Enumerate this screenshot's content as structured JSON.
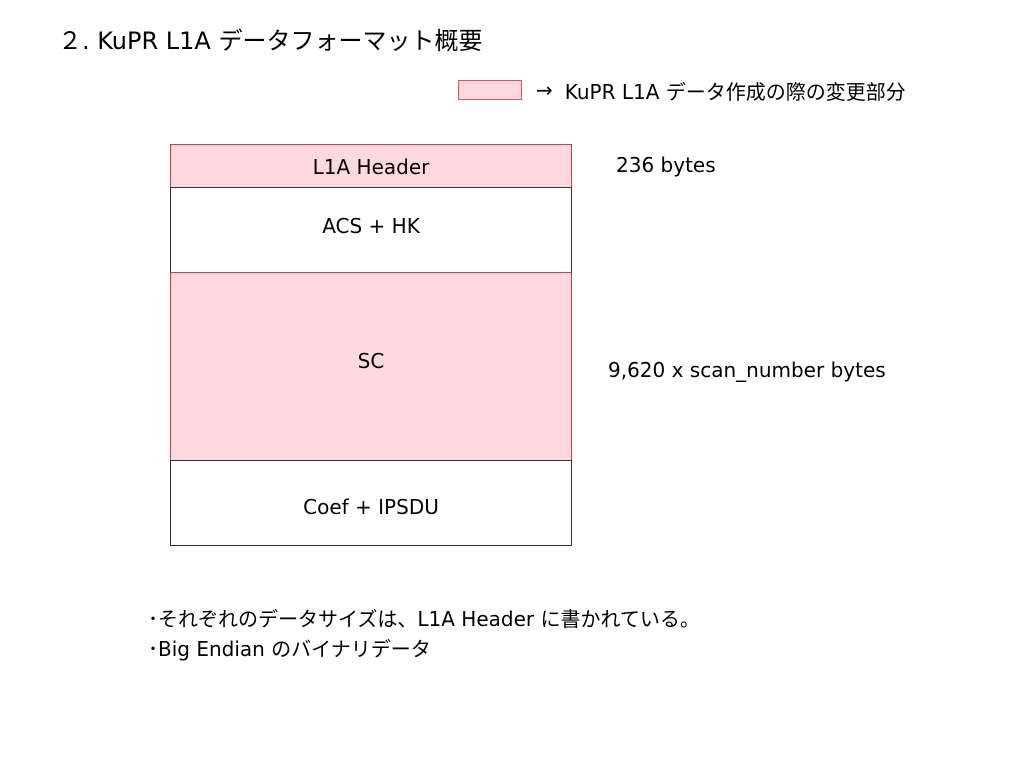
{
  "slide": {
    "title": "２. KuPR L1A データフォーマット概要"
  },
  "legend": {
    "arrow": "→",
    "text": "KuPR L1A データ作成の際の変更部分",
    "color": "#ffd9dd"
  },
  "format": {
    "blocks": [
      {
        "label": "L1A Header",
        "changed": true
      },
      {
        "label": "ACS +  HK",
        "changed": false
      },
      {
        "label": "SC",
        "changed": true
      },
      {
        "label": "Coef + IPSDU",
        "changed": false
      }
    ],
    "sizes": {
      "header": "236 bytes",
      "sc": "9,620 x scan_number bytes"
    }
  },
  "notes": [
    "･それぞれのデータサイズは、L1A Header に書かれている。",
    "･Big Endian のバイナリデータ"
  ]
}
